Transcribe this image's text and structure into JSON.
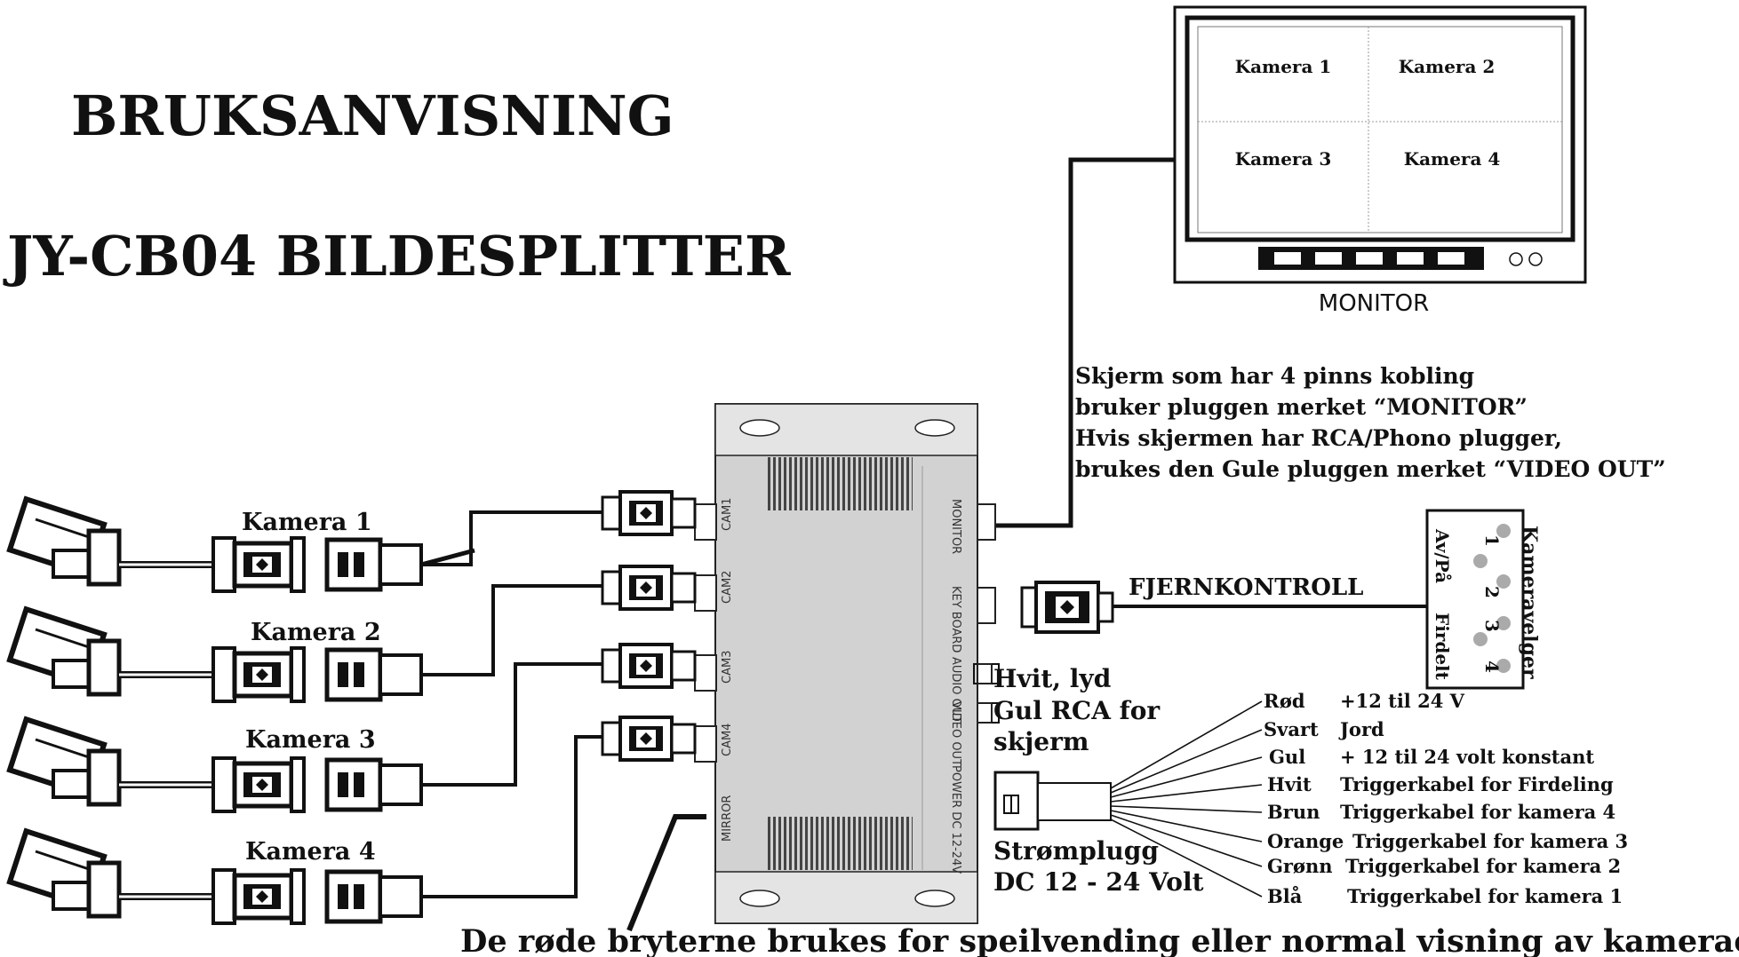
{
  "titles": {
    "line1": "BRUKSANVISNING",
    "line2": "JY-CB04 BILDESPLITTER"
  },
  "monitor": {
    "label": "MONITOR",
    "quads": [
      "Kamera 1",
      "Kamera 2",
      "Kamera 3",
      "Kamera 4"
    ]
  },
  "monitor_note": [
    "Skjerm som har 4 pinns kobling",
    "bruker pluggen merket “MONITOR”",
    "Hvis skjermen har RCA/Phono plugger,",
    "brukes den Gule pluggen merket “VIDEO OUT”"
  ],
  "cameras": [
    "Kamera 1",
    "Kamera 2",
    "Kamera 3",
    "Kamera 4"
  ],
  "splitter_ports": {
    "left": [
      "CAM1",
      "CAM2",
      "CAM3",
      "CAM4",
      "MIRROR"
    ],
    "right": [
      "MONITOR",
      "KEY BOARD",
      "AUDIO OUT",
      "VIDEO OUT",
      "POWER DC 12-24V"
    ]
  },
  "remote": {
    "cable_label": "FJERNKONTROLL",
    "title": "Kameravelger",
    "buttons": [
      "1",
      "2",
      "3",
      "4"
    ],
    "left_labels": [
      "Av/På",
      "Firdelt"
    ]
  },
  "outputs": {
    "audio": "Hvit, lyd",
    "video_line1": "Gul RCA for",
    "video_line2": "skjerm"
  },
  "power": {
    "line1": "Strømplugg",
    "line2": "DC 12 - 24 Volt"
  },
  "wires": [
    {
      "color": "Rød",
      "desc": "+12 til 24 V"
    },
    {
      "color": "Svart",
      "desc": "Jord"
    },
    {
      "color": "Gul",
      "desc": "+ 12 til 24 volt konstant"
    },
    {
      "color": "Hvit",
      "desc": "Triggerkabel for Firdeling"
    },
    {
      "color": "Brun",
      "desc": "Triggerkabel for kamera 4"
    },
    {
      "color": "Orange",
      "desc": "Triggerkabel for kamera 3"
    },
    {
      "color": "Grønn",
      "desc": "Triggerkabel for kamera 2"
    },
    {
      "color": "Blå",
      "desc": "Triggerkabel for kamera 1"
    }
  ],
  "footer": "De røde bryterne brukes for speilvending eller normal visning av kameraer."
}
